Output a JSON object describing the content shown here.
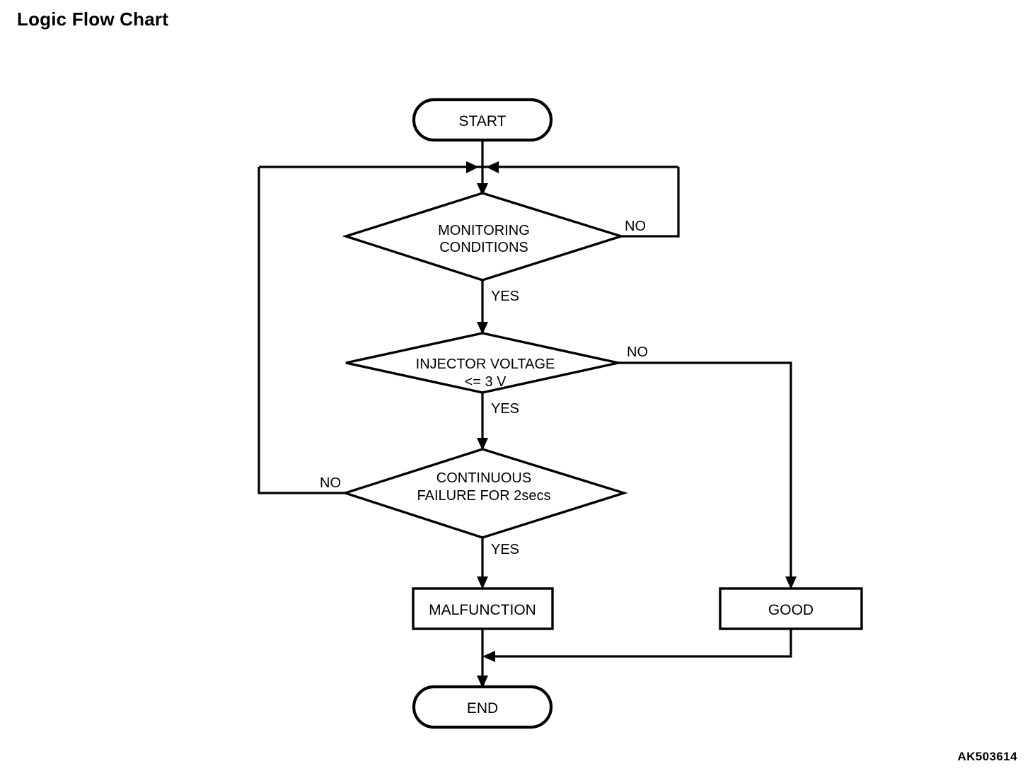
{
  "page": {
    "title": "Logic Flow Chart",
    "figure_code": "AK503614",
    "background_color": "#ffffff",
    "line_color": "#000000"
  },
  "chart_data": {
    "type": "diagram",
    "diagram_kind": "flowchart",
    "title": "Logic Flow Chart",
    "orientation": "top-to-bottom",
    "nodes": [
      {
        "id": "start",
        "shape": "terminator",
        "label": "START"
      },
      {
        "id": "junction",
        "shape": "junction",
        "label": ""
      },
      {
        "id": "monitoring",
        "shape": "decision",
        "label": "MONITORING CONDITIONS",
        "lines": [
          "MONITORING",
          "CONDITIONS"
        ]
      },
      {
        "id": "injector",
        "shape": "decision",
        "label": "INJECTOR VOLTAGE <= 3 V",
        "lines": [
          "INJECTOR VOLTAGE",
          "<= 3 V"
        ]
      },
      {
        "id": "continuous",
        "shape": "decision",
        "label": "CONTINUOUS FAILURE FOR 2secs",
        "lines": [
          "CONTINUOUS",
          "FAILURE FOR 2secs"
        ]
      },
      {
        "id": "malfunction",
        "shape": "process",
        "label": "MALFUNCTION"
      },
      {
        "id": "good",
        "shape": "process",
        "label": "GOOD"
      },
      {
        "id": "end",
        "shape": "terminator",
        "label": "END"
      }
    ],
    "edges": [
      {
        "from": "start",
        "to": "junction",
        "label": ""
      },
      {
        "from": "junction",
        "to": "monitoring",
        "label": ""
      },
      {
        "from": "monitoring",
        "to": "injector",
        "label": "YES"
      },
      {
        "from": "monitoring",
        "to": "junction",
        "label": "NO",
        "route": "right-up-loop"
      },
      {
        "from": "injector",
        "to": "continuous",
        "label": "YES"
      },
      {
        "from": "injector",
        "to": "good",
        "label": "NO",
        "route": "right-down"
      },
      {
        "from": "continuous",
        "to": "malfunction",
        "label": "YES"
      },
      {
        "from": "continuous",
        "to": "junction",
        "label": "NO",
        "route": "left-up-loop"
      },
      {
        "from": "malfunction",
        "to": "end",
        "label": ""
      },
      {
        "from": "good",
        "to": "end",
        "label": "",
        "route": "down-left-merge"
      }
    ],
    "edge_labels": {
      "monitoring_no": "NO",
      "monitoring_yes": "YES",
      "injector_no": "NO",
      "injector_yes": "YES",
      "continuous_no": "NO",
      "continuous_yes": "YES"
    }
  },
  "nodes": {
    "start": {
      "label": "START"
    },
    "monitoring": {
      "line1": "MONITORING",
      "line2": "CONDITIONS"
    },
    "injector": {
      "line1": "INJECTOR VOLTAGE",
      "line2": "<= 3 V"
    },
    "continuous": {
      "line1": "CONTINUOUS",
      "line2": "FAILURE FOR 2secs"
    },
    "malfunction": {
      "label": "MALFUNCTION"
    },
    "good": {
      "label": "GOOD"
    },
    "end": {
      "label": "END"
    }
  },
  "labels": {
    "monitoring_no": "NO",
    "monitoring_yes": "YES",
    "injector_no": "NO",
    "injector_yes": "YES",
    "continuous_no": "NO",
    "continuous_yes": "YES"
  }
}
